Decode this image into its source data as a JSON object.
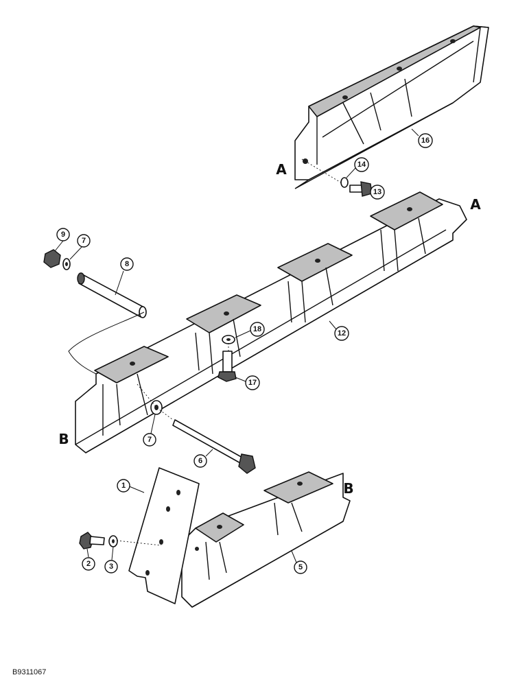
{
  "figure_id": "B9311067",
  "reference_letters": {
    "a": "A",
    "b": "B"
  },
  "callouts": [
    "1",
    "2",
    "3",
    "5",
    "6",
    "7",
    "7",
    "8",
    "9",
    "12",
    "13",
    "14",
    "16",
    "17",
    "18"
  ]
}
